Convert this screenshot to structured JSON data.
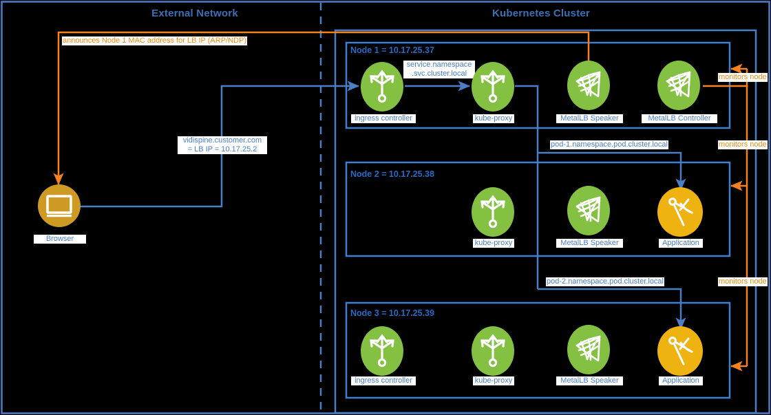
{
  "diagram": {
    "zones": [
      {
        "id": "external",
        "title": "External Network"
      },
      {
        "id": "cluster",
        "title": "Kubernetes Cluster"
      }
    ],
    "nodes": [
      {
        "id": "node1",
        "title": "Node 1 = 10.17.25.37"
      },
      {
        "id": "node2",
        "title": "Node 2 = 10.17.25.38"
      },
      {
        "id": "node3",
        "title": "Node 3 = 10.17.25.39"
      }
    ],
    "icons": {
      "browser": {
        "caption": "Browser",
        "glyph": "monitor-icon",
        "color": "#cf9a23"
      },
      "ingress": {
        "caption": "ingress controller",
        "glyph": "trident-icon",
        "color": "#84c042"
      },
      "kubeproxy": {
        "caption": "kube-proxy",
        "glyph": "trident-icon",
        "color": "#84c042"
      },
      "speaker": {
        "caption": "MetalLB Speaker",
        "glyph": "web-net-icon",
        "color": "#84c042"
      },
      "controller": {
        "caption": "MetalLB Controller",
        "glyph": "web-net-icon",
        "color": "#84c042"
      },
      "application": {
        "caption": "Application",
        "glyph": "compass-icon",
        "color": "#eeb211"
      }
    },
    "edge_labels": {
      "arp_announce": "announces Node 1 MAC address for LB IP (ARP/NDP)",
      "lb_ip_line1": "vidispine.customer.com",
      "lb_ip_line2": "= LB IP = 10.17.25.2",
      "svc_dns_line1": "service.namespace",
      "svc_dns_line2": ".svc.cluster.local",
      "pod1_dns": "pod-1.namespace.pod.cluster.local",
      "pod2_dns": "pod-2.namespace.pod.cluster.local",
      "monitors_node_1": "monitors node",
      "monitors_node_2": "monitors node",
      "monitors_node_3": "monitors node"
    },
    "colors": {
      "background": "#000000",
      "blue_line": "#4a7fc7",
      "blue_text": "#3c6fb4",
      "orange": "#f58220",
      "green_icon": "#84c042",
      "gold_icon": "#eeb211",
      "bronze_icon": "#cf9a23",
      "label_bg": "#ffffff"
    }
  }
}
